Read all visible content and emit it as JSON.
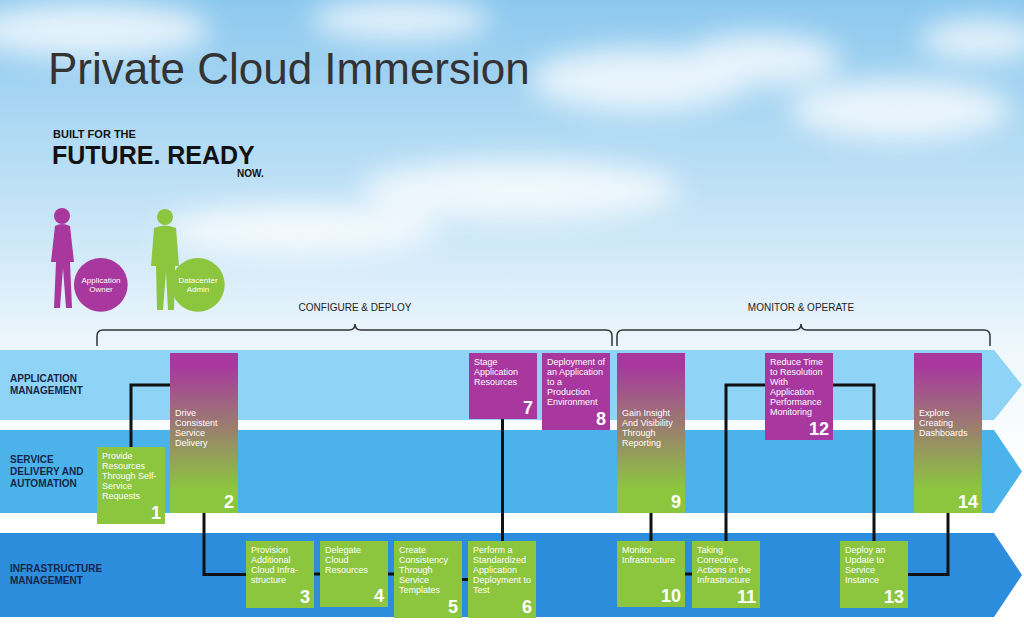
{
  "diagram": {
    "title": "Private Cloud Immersion",
    "nodes": [
      {
        "text": [
          "Application Owner"
        ]
      },
      {
        "text": [
          "Datacenter Admin"
        ]
      },
      {
        "text": [
          "APPLICATION MANAGEMENT"
        ]
      },
      {
        "text": [
          "SERVICE DELIVERY AND AUTOMATION"
        ]
      },
      {
        "text": [
          "INFRASTRUCTURE MANAGEMENT"
        ]
      },
      {
        "text": [
          "Provide Resources Through Self-Service Requests",
          "1"
        ]
      },
      {
        "text": [
          "Drive Consistent Service Delivery",
          "2"
        ]
      },
      {
        "text": [
          "Provision Additional Cloud Infra-structure",
          "3"
        ]
      },
      {
        "text": [
          "Delegate Cloud Resources",
          "4"
        ]
      },
      {
        "text": [
          "Create Consistency Through Service Templates",
          "5"
        ]
      },
      {
        "text": [
          "Perform a Standardized Application Deployment to Test",
          "6"
        ]
      },
      {
        "text": [
          "Stage Application Resources",
          "7"
        ]
      },
      {
        "text": [
          "Deployment of an Application to a Production Environment",
          "8"
        ]
      },
      {
        "text": [
          "Gain Insight And Visibility Through Reporting",
          "9"
        ]
      },
      {
        "text": [
          "Monitor Infrastructure",
          "10"
        ]
      },
      {
        "text": [
          "Taking Corrective Actions in the Infrastructure",
          "11"
        ]
      },
      {
        "text": [
          "Reduce Time to Resolution With Application Performance Monitoring",
          "12"
        ]
      },
      {
        "text": [
          "Deploy an Update to Service Instance",
          "13"
        ]
      },
      {
        "text": [
          "Explore Creating Dashboards",
          "14"
        ]
      }
    ],
    "edges": [
      {
        "from": 5,
        "to": 6,
        "arrow": "none"
      },
      {
        "from": 6,
        "to": 7,
        "arrow": "none"
      },
      {
        "from": 7,
        "to": 8,
        "arrow": "none"
      },
      {
        "from": 8,
        "to": 9,
        "arrow": "none"
      },
      {
        "from": 9,
        "to": 10,
        "arrow": "none"
      },
      {
        "from": 10,
        "to": 11,
        "arrow": "none"
      },
      {
        "from": 13,
        "to": 14,
        "arrow": "none"
      },
      {
        "from": 14,
        "to": 15,
        "arrow": "none"
      },
      {
        "from": 15,
        "to": 16,
        "arrow": "none"
      },
      {
        "from": 16,
        "to": 17,
        "arrow": "none"
      },
      {
        "from": 17,
        "to": 18,
        "arrow": "none"
      }
    ],
    "labels": [
      "BUILT FOR THE",
      "FUTURE. READY",
      "NOW.",
      "CONFIGURE & DEPLOY",
      "MONITOR & OPERATE"
    ]
  }
}
